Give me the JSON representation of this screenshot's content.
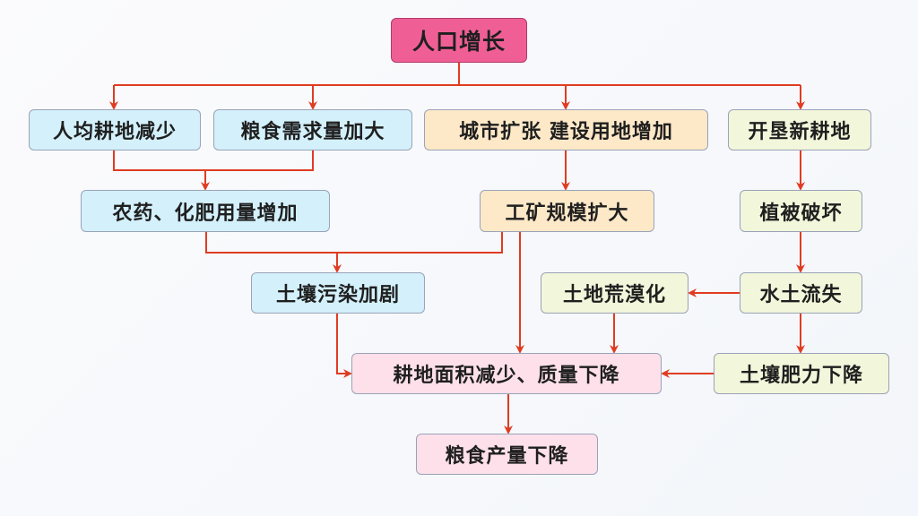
{
  "nodes": {
    "root": "人口增长",
    "per_capita_farmland": "人均耕地减少",
    "grain_demand": "粮食需求量加大",
    "urban_expansion": "城市扩张 建设用地增加",
    "reclaim_land": "开垦新耕地",
    "pesticide_fertilizer": "农药、化肥用量增加",
    "mining_expansion": "工矿规模扩大",
    "vegetation_damage": "植被破坏",
    "soil_pollution": "土壤污染加剧",
    "desertification": "土地荒漠化",
    "soil_erosion": "水土流失",
    "farmland_decline": "耕地面积减少、质量下降",
    "soil_fertility": "土壤肥力下降",
    "grain_output": "粮食产量下降"
  },
  "colors": {
    "arrow": "#e03c22",
    "root": "#ef5f95",
    "blue": "#d3f0fb",
    "peach": "#fde8c8",
    "green": "#f2f6da",
    "pink": "#fde0ea"
  }
}
